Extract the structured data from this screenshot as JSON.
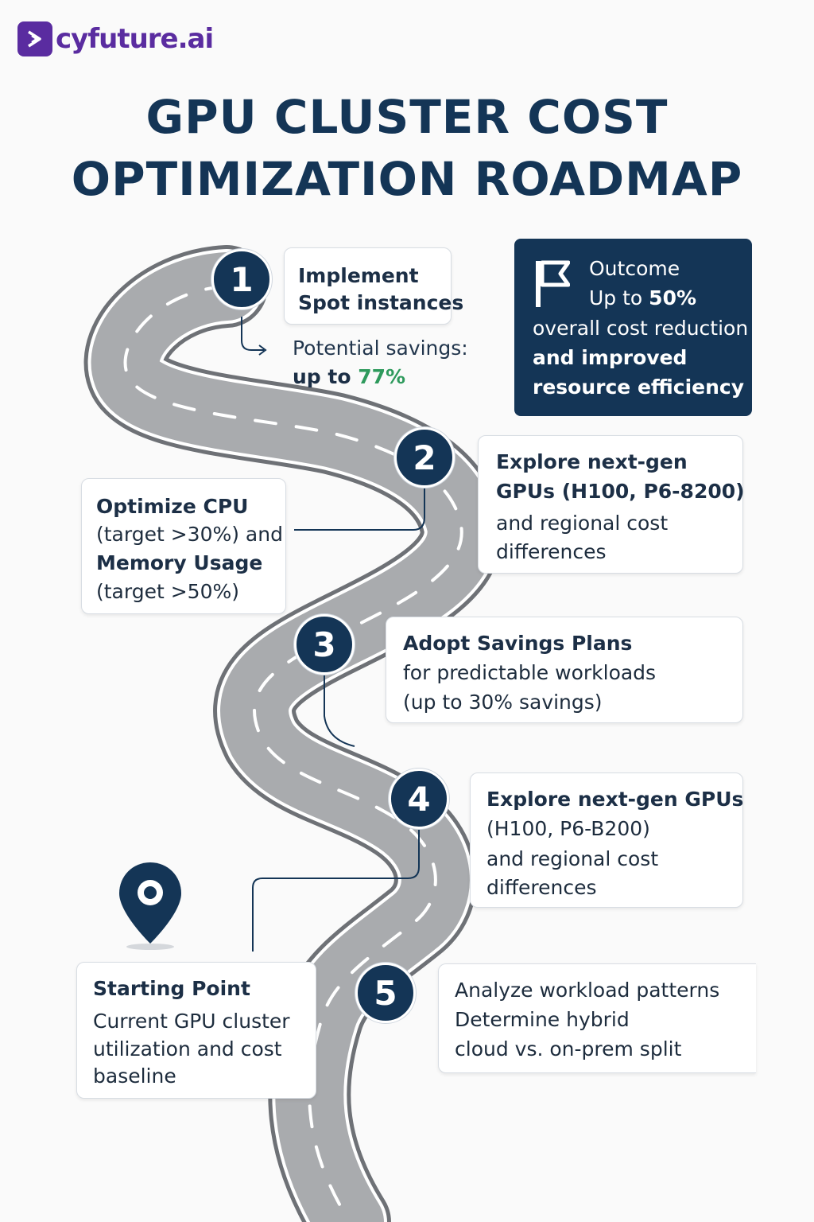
{
  "brand": {
    "name": "cyfuture.ai",
    "brand_color": "#5a2ca0"
  },
  "title": {
    "line1": "GPU CLUSTER COST",
    "line2": "OPTIMIZATION ROADMAP"
  },
  "colors": {
    "navy": "#143556",
    "road": "#a9abae",
    "accent_green": "#2e9a5c"
  },
  "outcome": {
    "icon": "flag-icon",
    "heading": "Outcome",
    "line2_prefix": "Up to ",
    "line2_value": "50%",
    "line3": "overall cost reduction",
    "line4": "and improved",
    "line5": "resource efficiency"
  },
  "steps": [
    {
      "number": "1",
      "lines": [
        "Implement",
        "Spot instances"
      ],
      "note_label": "Potential savings:",
      "note_prefix": "up to ",
      "note_value": "77%"
    },
    {
      "number": "2",
      "lines": [
        "Explore next-gen",
        "GPUs (H100, P6-8200)",
        "and regional cost",
        "differences"
      ]
    },
    {
      "number": "3",
      "lines": [
        "Adopt Savings Plans",
        "for predictable workloads",
        "(up to 30% savings)"
      ]
    },
    {
      "number": "4",
      "lines": [
        "Explore next-gen GPUs",
        "(H100, P6-B200)",
        "and regional cost",
        "differences"
      ]
    },
    {
      "number": "5",
      "lines": [
        "Analyze workload patterns",
        "Determine hybrid",
        "cloud vs. on-prem split"
      ]
    }
  ],
  "optimize": {
    "lines": [
      "Optimize CPU",
      "(target >30%) and",
      "Memory Usage",
      "(target >50%)"
    ]
  },
  "start": {
    "icon": "location-pin-icon",
    "heading": "Starting Point",
    "lines": [
      "Current GPU cluster",
      "utilization and cost",
      "baseline"
    ]
  }
}
